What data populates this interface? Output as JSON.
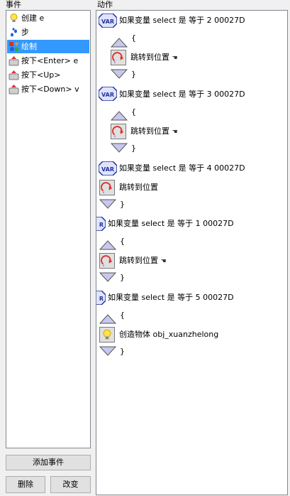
{
  "headers": {
    "events": "事件",
    "actions": "动作"
  },
  "events": [
    {
      "label": "创建 e",
      "icon": "lightbulb-icon"
    },
    {
      "label": "步",
      "icon": "footsteps-icon"
    },
    {
      "label": "绘制",
      "icon": "paint-icon",
      "selected": true
    },
    {
      "label": "按下<Enter> e",
      "icon": "keyboard-icon"
    },
    {
      "label": "按下<Up>",
      "icon": "keyboard-icon"
    },
    {
      "label": "按下<Down> v",
      "icon": "keyboard-icon"
    }
  ],
  "buttons": {
    "add_event": "添加事件",
    "delete": "删除",
    "change": "改变"
  },
  "actions": {
    "if1": "如果变量 select 是 等于 2 00027D",
    "if2": "如果变量 select 是 等于 3 00027D",
    "if3": "如果变量 select 是 等于 4 00027D",
    "if4": "如果变量 select 是 等于 1 00027D",
    "if5": "如果变量 select 是 等于 5 00027D",
    "jump": "跳转到位置",
    "create": "创造物体 obj_xuanzhelong",
    "open_brace": "{",
    "close_brace": "}",
    "var_badge": "VAR",
    "var_badge_short": "R"
  }
}
